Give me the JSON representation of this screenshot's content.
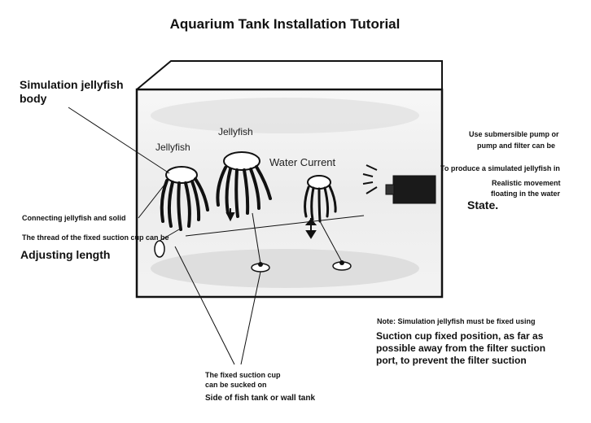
{
  "title": "Aquarium Tank Installation Tutorial",
  "labels": {
    "jellyfish_body_1": "Simulation jellyfish",
    "jellyfish_body_2": "body",
    "jellyfish_a": "Jellyfish",
    "jellyfish_b": "Jellyfish",
    "water_current": "Water Current",
    "pump_1": "Use submersible pump or",
    "pump_2": "pump and filter can be",
    "produce_1": "To produce a simulated jellyfish in",
    "produce_2": "Realistic movement",
    "produce_3": "floating in the water",
    "state": "State.",
    "connecting": "Connecting jellyfish and solid",
    "thread": "The thread of the fixed suction cup can be",
    "adjusting": "Adjusting length",
    "note": "Note: Simulation jellyfish must be fixed using",
    "suction_1": "Suction cup fixed position, as far as",
    "suction_2": "possible away from the filter suction",
    "suction_3": "port, to prevent the filter suction",
    "fixed_1": "The fixed suction cup",
    "fixed_2": "can be sucked on",
    "side": "Side of fish tank or wall tank"
  },
  "colors": {
    "ink": "#111111",
    "tank_fill": "#efefef",
    "pump_body": "#1a1a1a"
  }
}
